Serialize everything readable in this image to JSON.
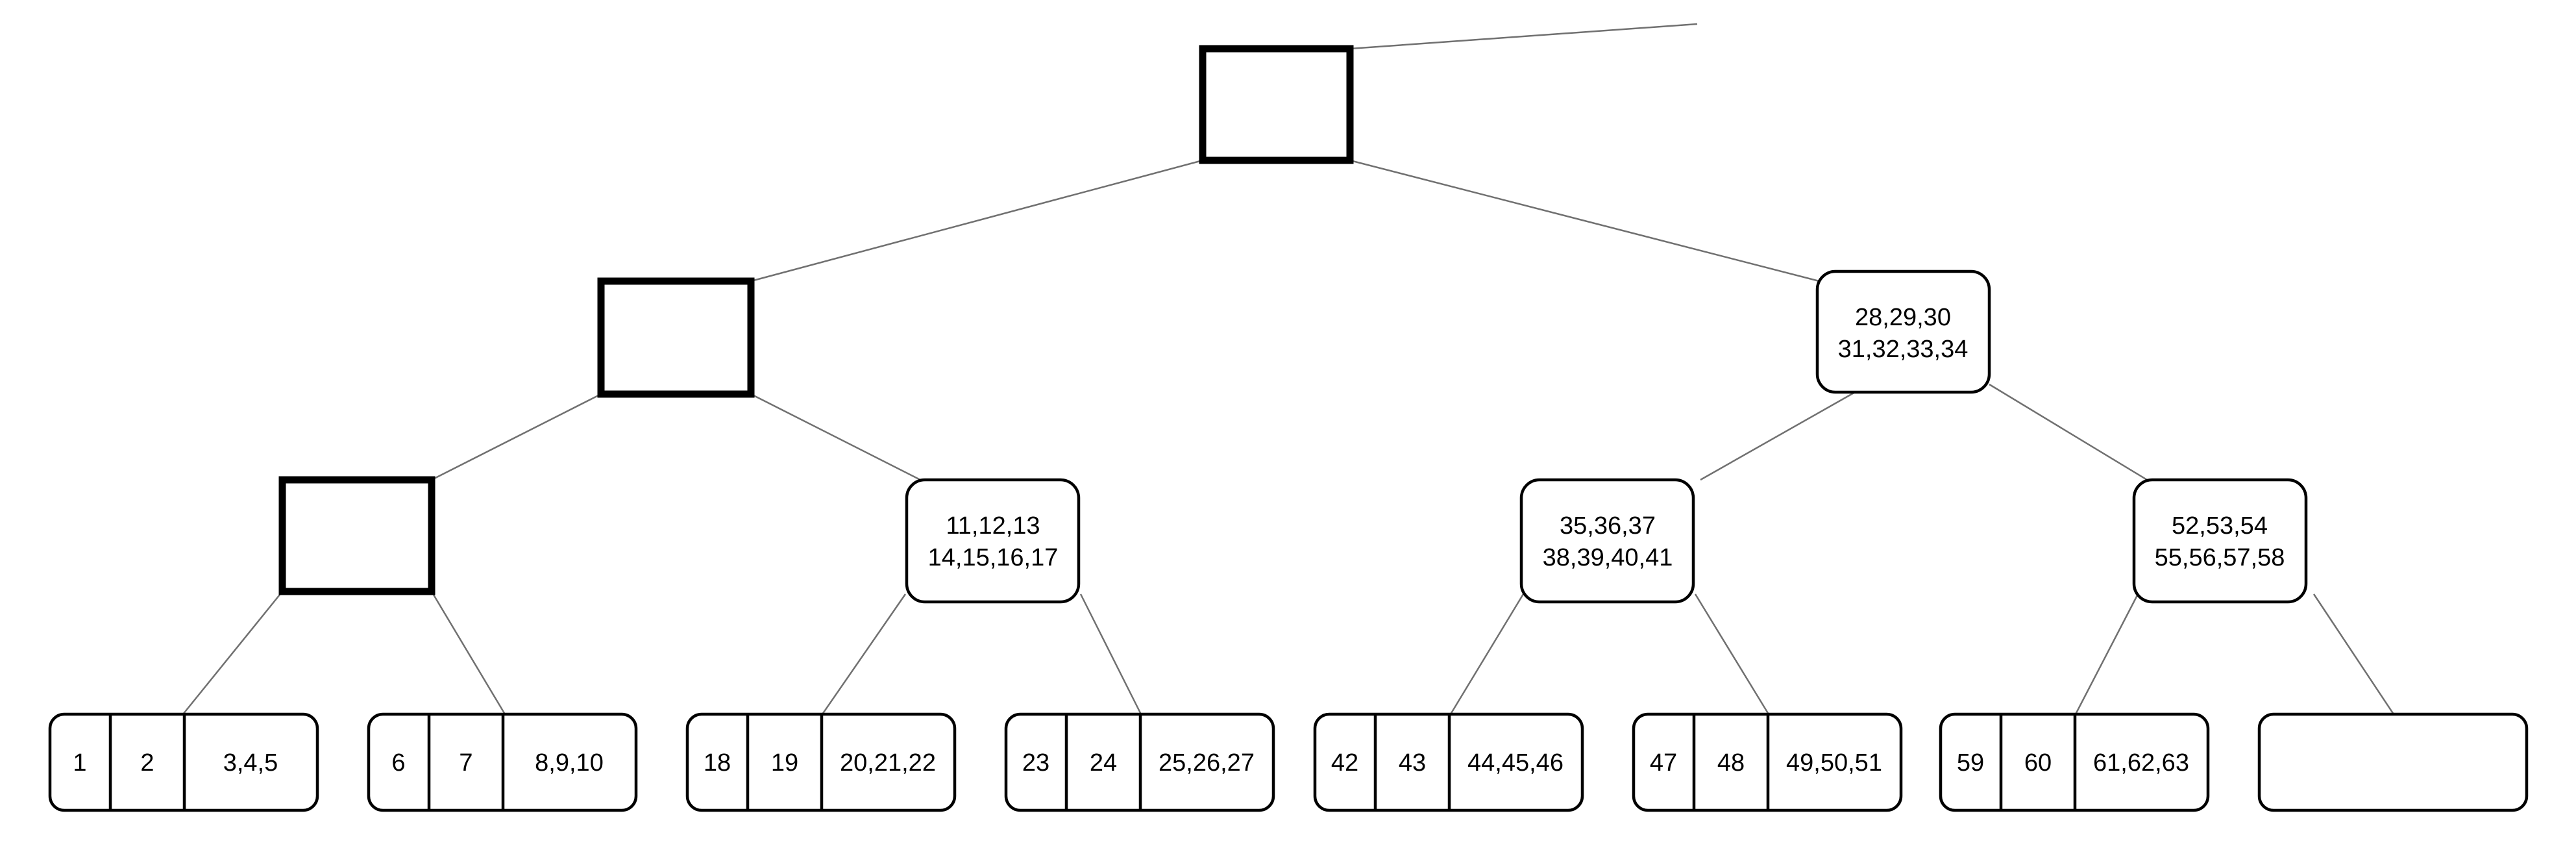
{
  "tree": {
    "root": {
      "keys": [],
      "children": [
        {
          "keys": [],
          "children": [
            {
              "keys": [],
              "children": [
                {
                  "cells": [
                    "1",
                    "2",
                    "3,4,5"
                  ]
                },
                {
                  "cells": [
                    "6",
                    "7",
                    "8,9,10"
                  ]
                }
              ]
            },
            {
              "lines": [
                "11,12,13",
                "14,15,16,17"
              ],
              "children": [
                {
                  "cells": [
                    "18",
                    "19",
                    "20,21,22"
                  ]
                },
                {
                  "cells": [
                    "23",
                    "24",
                    "25,26,27"
                  ]
                }
              ]
            }
          ]
        },
        {
          "lines": [
            "28,29,30",
            "31,32,33,34"
          ],
          "children": [
            {
              "lines": [
                "35,36,37",
                "38,39,40,41"
              ],
              "children": [
                {
                  "cells": [
                    "42",
                    "43",
                    "44,45,46"
                  ]
                },
                {
                  "cells": [
                    "47",
                    "48",
                    "49,50,51"
                  ]
                }
              ]
            },
            {
              "lines": [
                "52,53,54",
                "55,56,57,58"
              ],
              "children": [
                {
                  "cells": [
                    "59",
                    "60",
                    "61,62,63"
                  ]
                },
                {
                  "cells": []
                }
              ]
            }
          ]
        }
      ]
    }
  },
  "colors": {
    "edge": "#707070",
    "node_border": "#000000",
    "background": "#ffffff"
  }
}
